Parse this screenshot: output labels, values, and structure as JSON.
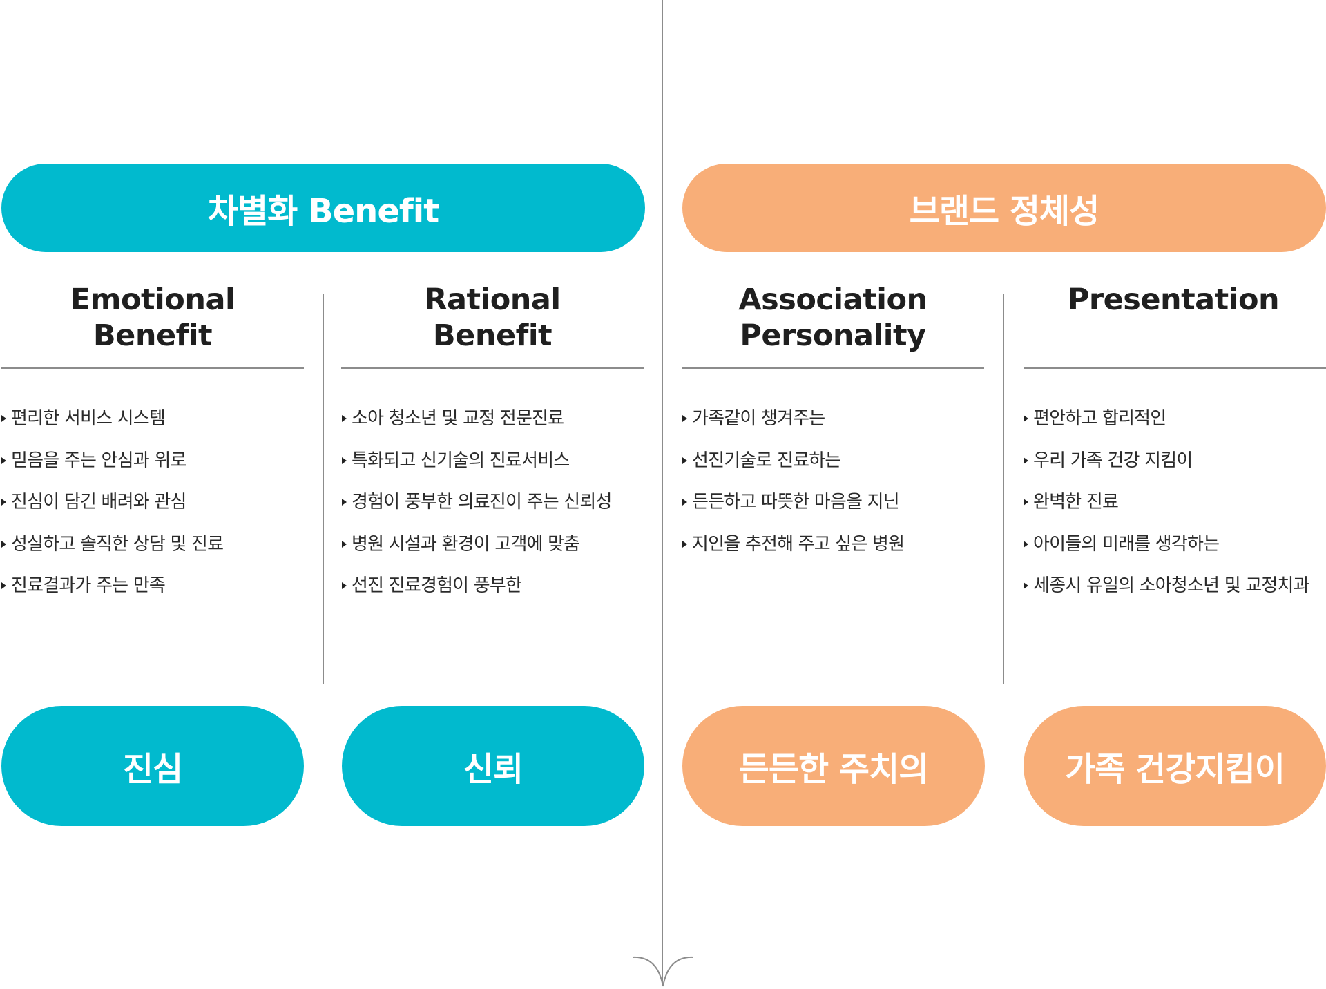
{
  "header": {
    "left_pill": "차별화 Benefit",
    "right_pill": "브랜드 정체성"
  },
  "columns": [
    {
      "title_line1": "Emotional",
      "title_line2": "Benefit",
      "items": [
        "편리한 서비스 시스템",
        "믿음을 주는 안심과 위로",
        "진심이 담긴 배려와 관심",
        "성실하고 솔직한 상담 및 진료",
        "진료결과가 주는 만족"
      ],
      "pill": "진심",
      "color": "#01bace"
    },
    {
      "title_line1": "Rational",
      "title_line2": "Benefit",
      "items": [
        "소아 청소년 및 교정 전문진료",
        "특화되고 신기술의 진료서비스",
        "경험이 풍부한 의료진이 주는 신뢰성",
        "병원 시설과 환경이 고객에 맞춤",
        "선진 진료경험이 풍부한"
      ],
      "pill": "신뢰",
      "color": "#01bace"
    },
    {
      "title_line1": "Association",
      "title_line2": "Personality",
      "items": [
        "가족같이 챙겨주는",
        "선진기술로 진료하는",
        "든든하고 따뜻한 마음을 지닌",
        "지인을 추전해 주고 싶은 병원"
      ],
      "pill": "든든한 주치의",
      "color": "#f8ae78"
    },
    {
      "title_line1": "Presentation",
      "title_line2": "",
      "items": [
        "편안하고 합리적인",
        "우리 가족 건강 지킴이",
        "완벽한 진료",
        "아이들의 미래를 생각하는",
        "세종시 유일의 소아청소년 및 교정치과"
      ],
      "pill": "가족 건강지킴이",
      "color": "#f8ae78"
    }
  ]
}
